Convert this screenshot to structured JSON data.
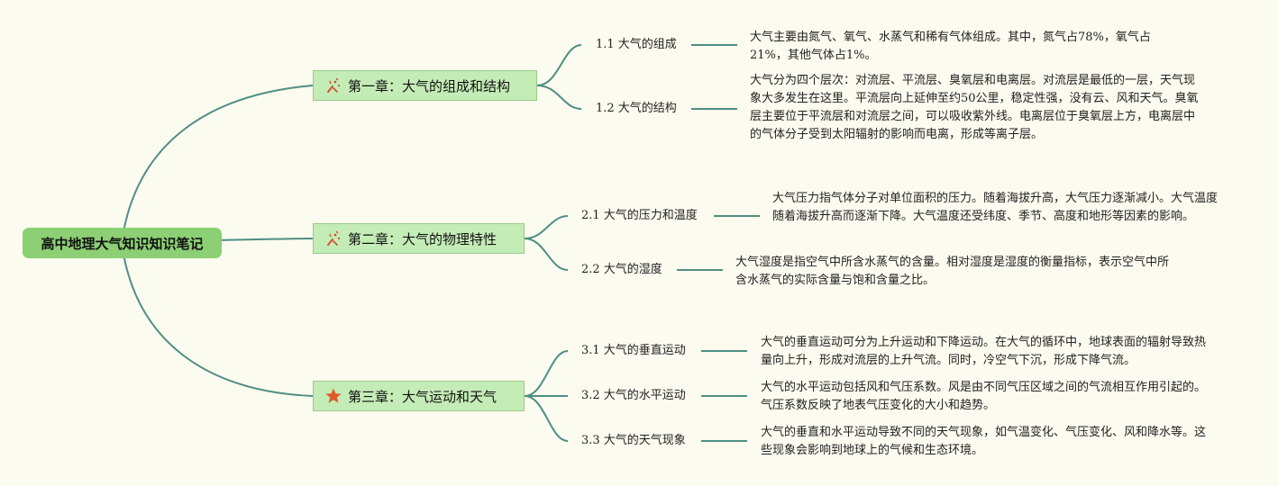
{
  "root": {
    "title": "高中地理大气知识知识笔记"
  },
  "chapters": [
    {
      "title": "第一章：大气的组成和结构",
      "icon": "confetti-icon",
      "sections": [
        {
          "label": "1.1 大气的组成",
          "desc": "大气主要由氮气、氧气、水蒸气和稀有气体组成。其中，氮气占78%，氧气占21%，其他气体占1%。"
        },
        {
          "label": "1.2 大气的结构",
          "desc": "大气分为四个层次：对流层、平流层、臭氧层和电离层。对流层是最低的一层，天气现象大多发生在这里。平流层向上延伸至约50公里，稳定性强，没有云、风和天气。臭氧层主要位于平流层和对流层之间，可以吸收紫外线。电离层位于臭氧层上方，电离层中的气体分子受到太阳辐射的影响而电离，形成等离子层。"
        }
      ]
    },
    {
      "title": "第二章：大气的物理特性",
      "icon": "confetti-icon",
      "sections": [
        {
          "label": "2.1 大气的压力和温度",
          "desc": "大气压力指气体分子对单位面积的压力。随着海拔升高，大气压力逐渐减小。大气温度随着海拔升高而逐渐下降。大气温度还受纬度、季节、高度和地形等因素的影响。"
        },
        {
          "label": "2.2 大气的湿度",
          "desc": "大气湿度是指空气中所含水蒸气的含量。相对湿度是湿度的衡量指标，表示空气中所含水蒸气的实际含量与饱和含量之比。"
        }
      ]
    },
    {
      "title": "第三章：大气运动和天气",
      "icon": "star-icon",
      "sections": [
        {
          "label": "3.1 大气的垂直运动",
          "desc": "大气的垂直运动可分为上升运动和下降运动。在大气的循环中，地球表面的辐射导致热量向上升，形成对流层的上升气流。同时，冷空气下沉，形成下降气流。"
        },
        {
          "label": "3.2 大气的水平运动",
          "desc": "大气的水平运动包括风和气压系数。风是由不同气压区域之间的气流相互作用引起的。气压系数反映了地表气压变化的大小和趋势。"
        },
        {
          "label": "3.3 大气的天气现象",
          "desc": "大气的垂直和水平运动导致不同的天气现象，如气温变化、气压变化、风和降水等。这些现象会影响到地球上的气候和生态环境。"
        }
      ]
    }
  ],
  "colors": {
    "line": "#4f8e83",
    "root_bg": "#8ccf74",
    "chapter_bg": "#c4ecb6",
    "background": "#fcfbef"
  }
}
